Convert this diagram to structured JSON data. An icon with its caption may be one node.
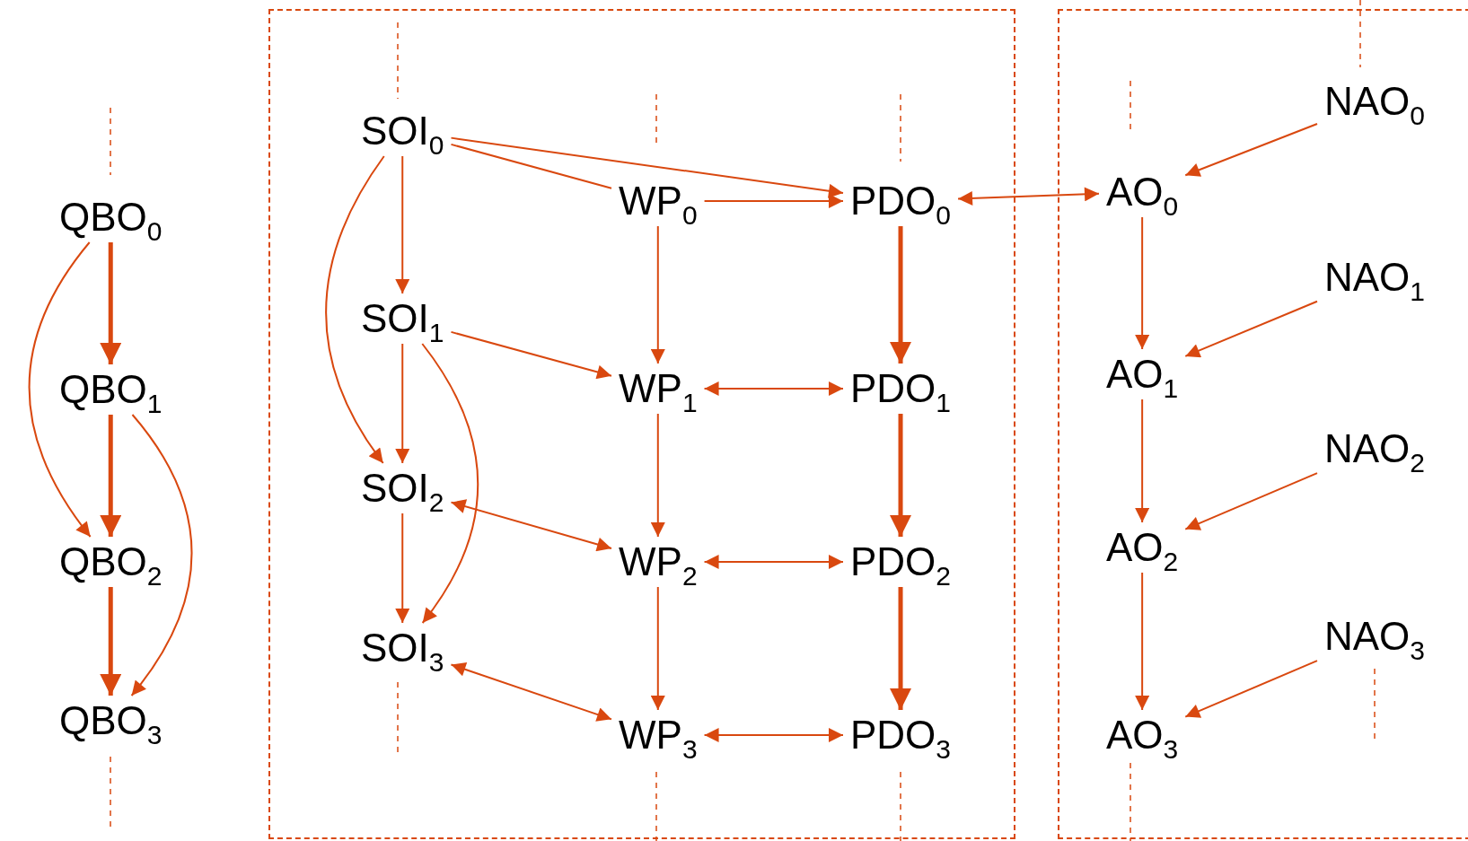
{
  "diagram": {
    "nodes": [
      {
        "text": [
          "QBO$_{0}$"
        ]
      },
      {
        "text": [
          "QBO$_{1}$"
        ]
      },
      {
        "text": [
          "QBO$_{2}$"
        ]
      },
      {
        "text": [
          "QBO$_{3}$"
        ]
      },
      {
        "text": [],
        "shape": "box"
      },
      {
        "text": [
          "SOI$_{0}$"
        ],
        "in": 4
      },
      {
        "text": [
          "SOI$_{1}$"
        ],
        "in": 4
      },
      {
        "text": [
          "SOI$_{2}$"
        ],
        "in": 4
      },
      {
        "text": [
          "SOI$_{3}$"
        ],
        "in": 4
      },
      {
        "text": [
          "WP$_{0}$"
        ],
        "in": 4
      },
      {
        "text": [
          "WP$_{1}$"
        ],
        "in": 4
      },
      {
        "text": [
          "WP$_{2}$"
        ],
        "in": 4
      },
      {
        "text": [
          "WP$_{3}$"
        ],
        "in": 4
      },
      {
        "text": [
          "PDO$_{0}$"
        ],
        "in": 4
      },
      {
        "text": [
          "PDO$_{1}$"
        ],
        "in": 4
      },
      {
        "text": [
          "PDO$_{2}$"
        ],
        "in": 4
      },
      {
        "text": [
          "PDO$_{3}$"
        ],
        "in": 4
      },
      {
        "text": [],
        "shape": "box"
      },
      {
        "text": [
          "AO$_{0}$"
        ],
        "in": 17
      },
      {
        "text": [
          "AO$_{1}$"
        ],
        "in": 17
      },
      {
        "text": [
          "AO$_{2}$"
        ],
        "in": 17
      },
      {
        "text": [
          "AO$_{3}$"
        ],
        "in": 17
      },
      {
        "text": [
          "NAO$_{0}$"
        ],
        "in": 17
      },
      {
        "text": [
          "NAO$_{1}$"
        ],
        "in": 17
      },
      {
        "text": [
          "NAO$_{2}$"
        ],
        "in": 17
      },
      {
        "text": [
          "NAO$_{3}$"
        ],
        "in": 17
      }
    ],
    "edges": [
      {
        "from": 0,
        "to": 1,
        "arrow": "to",
        "style": "thick"
      },
      {
        "from": 1,
        "to": 2,
        "arrow": "to",
        "style": "thick"
      },
      {
        "from": 2,
        "to": 3,
        "arrow": "to",
        "style": "thick"
      },
      {
        "from": 0,
        "to": 2,
        "arrow": "to"
      },
      {
        "from": 1,
        "to": 3,
        "arrow": "to"
      },
      {
        "from": 5,
        "to": 6,
        "arrow": "to"
      },
      {
        "from": 6,
        "to": 7,
        "arrow": "to"
      },
      {
        "from": 7,
        "to": 8,
        "arrow": "to"
      },
      {
        "from": 5,
        "to": 13,
        "arrow": "to"
      },
      {
        "from": 5,
        "to": 9,
        "arrow": "none"
      },
      {
        "from": 5,
        "to": 7,
        "arrow": "to"
      },
      {
        "from": 6,
        "to": 10,
        "arrow": "to"
      },
      {
        "from": 6,
        "to": 8,
        "arrow": "to"
      },
      {
        "from": 7,
        "to": 11,
        "arrow": "both"
      },
      {
        "from": 8,
        "to": 12,
        "arrow": "both"
      },
      {
        "from": 9,
        "to": 13,
        "arrow": "to"
      },
      {
        "from": 9,
        "to": 10,
        "arrow": "to"
      },
      {
        "from": 10,
        "to": 11,
        "arrow": "to"
      },
      {
        "from": 11,
        "to": 12,
        "arrow": "to"
      },
      {
        "from": 10,
        "to": 14,
        "arrow": "both"
      },
      {
        "from": 11,
        "to": 15,
        "arrow": "both"
      },
      {
        "from": 12,
        "to": 16,
        "arrow": "both"
      },
      {
        "from": 13,
        "to": 14,
        "arrow": "to",
        "style": "thick"
      },
      {
        "from": 14,
        "to": 15,
        "arrow": "to",
        "style": "thick"
      },
      {
        "from": 15,
        "to": 16,
        "arrow": "to",
        "style": "thick"
      },
      {
        "from": 13,
        "to": 18,
        "arrow": "both"
      },
      {
        "from": 18,
        "to": 19,
        "arrow": "to"
      },
      {
        "from": 19,
        "to": 20,
        "arrow": "to"
      },
      {
        "from": 20,
        "to": 21,
        "arrow": "to"
      },
      {
        "from": 22,
        "to": 18,
        "arrow": "to"
      },
      {
        "from": 23,
        "to": 19,
        "arrow": "to"
      },
      {
        "from": 24,
        "to": 20,
        "arrow": "to"
      },
      {
        "from": 25,
        "to": 21,
        "arrow": "to"
      }
    ]
  }
}
